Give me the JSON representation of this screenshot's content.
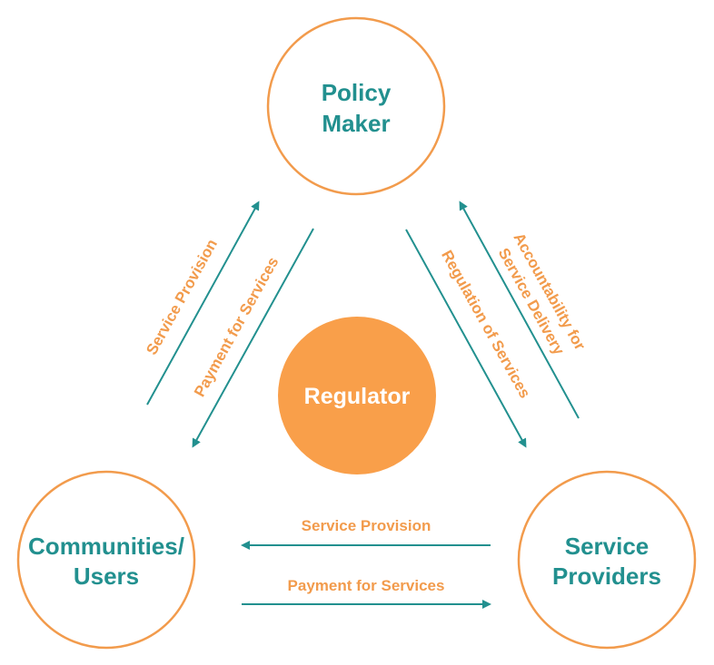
{
  "colors": {
    "teal": "#22908f",
    "orange": "#f29b4c",
    "orange_fill": "#f99f4a",
    "white": "#ffffff"
  },
  "nodes": {
    "policy_maker": {
      "line1": "Policy",
      "line2": "Maker"
    },
    "regulator": {
      "label": "Regulator"
    },
    "communities": {
      "line1": "Communities/",
      "line2": "Users"
    },
    "providers": {
      "line1": "Service",
      "line2": "Providers"
    }
  },
  "edges": {
    "left_up": "Service Provision",
    "left_down": "Payment for Services",
    "right_down": "Regulation of Services",
    "right_up_line1": "Accountability for",
    "right_up_line2": "Service Delivery",
    "bottom_left": "Service Provision",
    "bottom_right": "Payment for Services"
  }
}
